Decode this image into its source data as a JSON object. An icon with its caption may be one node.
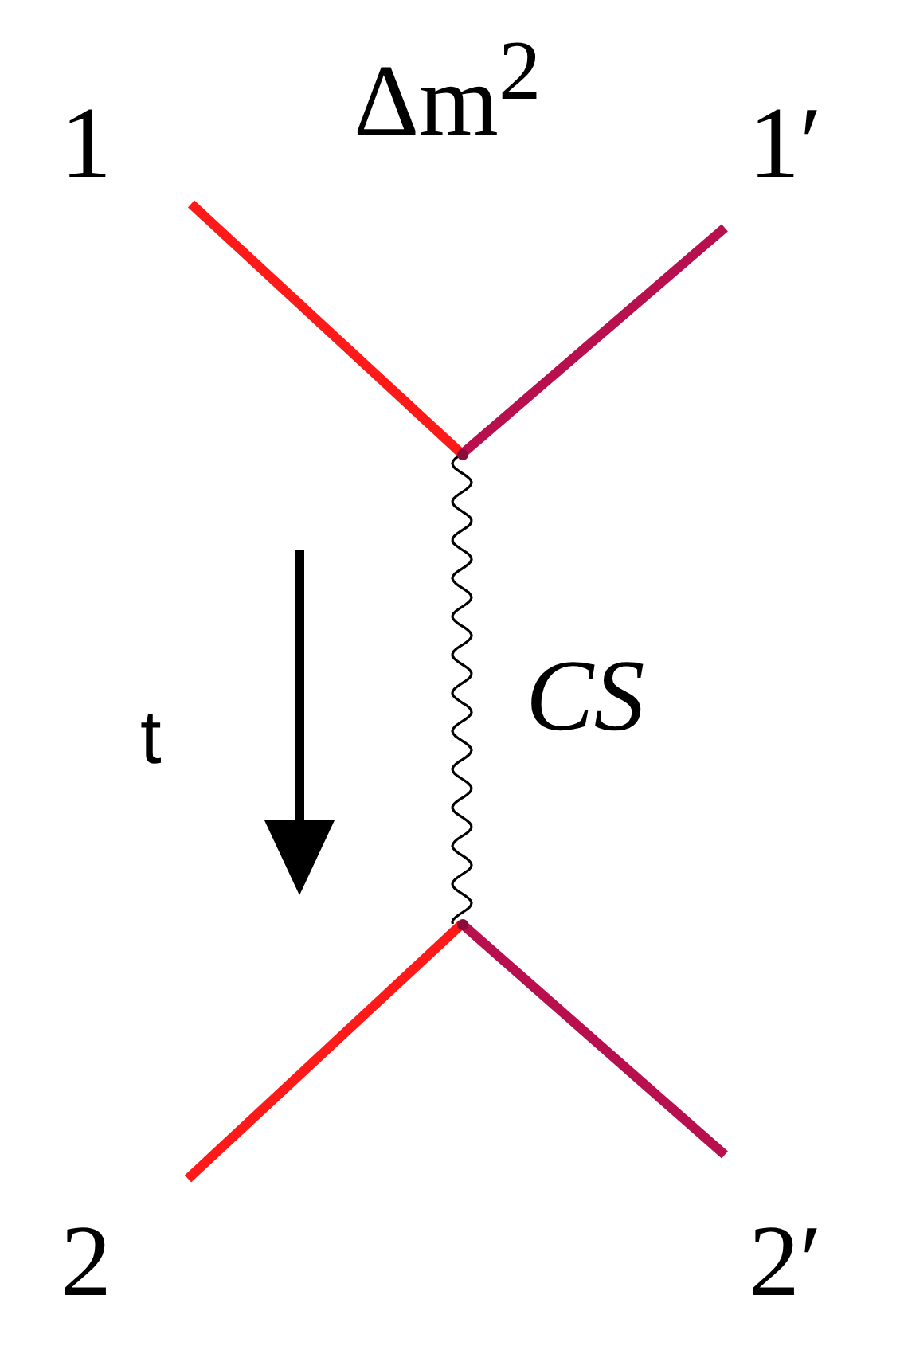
{
  "diagram": {
    "nodes": [
      {
        "text": [
          "1"
        ]
      },
      {
        "text": [
          "1′"
        ]
      },
      {
        "text": [],
        "shape": "point"
      },
      {
        "text": [],
        "shape": "point"
      },
      {
        "text": [
          "2"
        ]
      },
      {
        "text": [
          "2′"
        ]
      }
    ],
    "edges": [
      {
        "from": 0,
        "to": 2,
        "arrow": "none",
        "color": "#ff1a1a"
      },
      {
        "from": 2,
        "to": 1,
        "arrow": "none",
        "color": "#b8104f"
      },
      {
        "from": 2,
        "to": 3,
        "arrow": "none",
        "label": "*CS*",
        "color": "#000000"
      },
      {
        "from": 3,
        "to": 4,
        "arrow": "none",
        "color": "#ff1a1a"
      },
      {
        "from": 3,
        "to": 5,
        "arrow": "none",
        "color": "#b8104f"
      }
    ],
    "labels": [
      "Δm$^{2}$",
      "t"
    ]
  }
}
